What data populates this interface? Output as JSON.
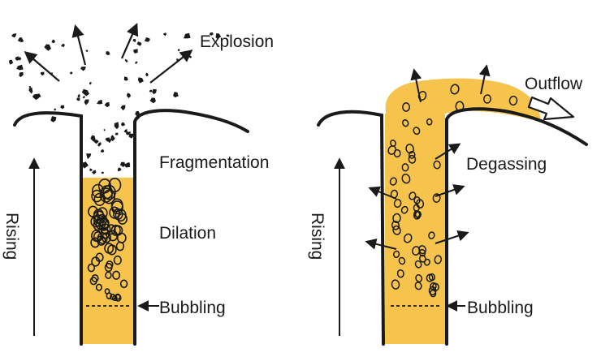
{
  "colors": {
    "magma": "#f6c34c",
    "ink": "#1a1a1a",
    "paper": "#ffffff"
  },
  "left_panel": {
    "labels": {
      "explosion": "Explosion",
      "fragmentation": "Fragmentation",
      "dilation": "Dilation",
      "bubbling": "Bubbling",
      "rising": "Rising"
    }
  },
  "right_panel": {
    "labels": {
      "outflow": "Outflow",
      "degassing": "Degassing",
      "bubbling": "Bubbling",
      "rising": "Rising"
    }
  }
}
